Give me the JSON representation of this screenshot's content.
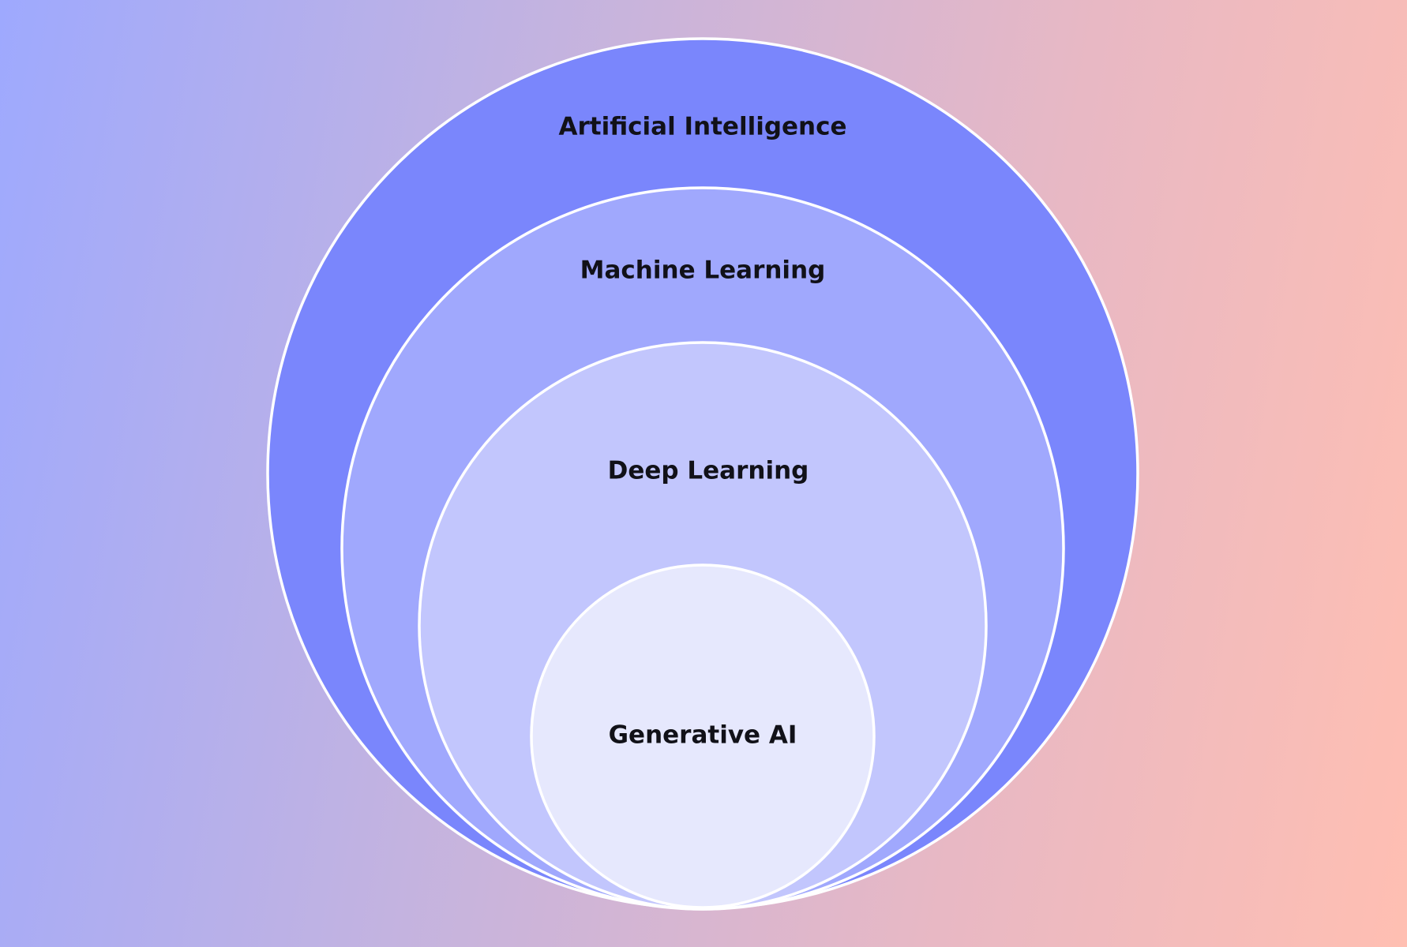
{
  "diagram": {
    "layers": [
      {
        "label": "Artificial Intelligence",
        "fill": "#7a86fc"
      },
      {
        "label": "Machine Learning",
        "fill": "#a0a8fd"
      },
      {
        "label": "Deep Learning",
        "fill": "#c2c6fd"
      },
      {
        "label": "Generative AI",
        "fill": "#e6e8fd"
      }
    ],
    "colors": {
      "outline": "#ffffff",
      "text": "#111118",
      "background_left": "#9ea9fe",
      "background_right": "#ffbfb2"
    }
  }
}
